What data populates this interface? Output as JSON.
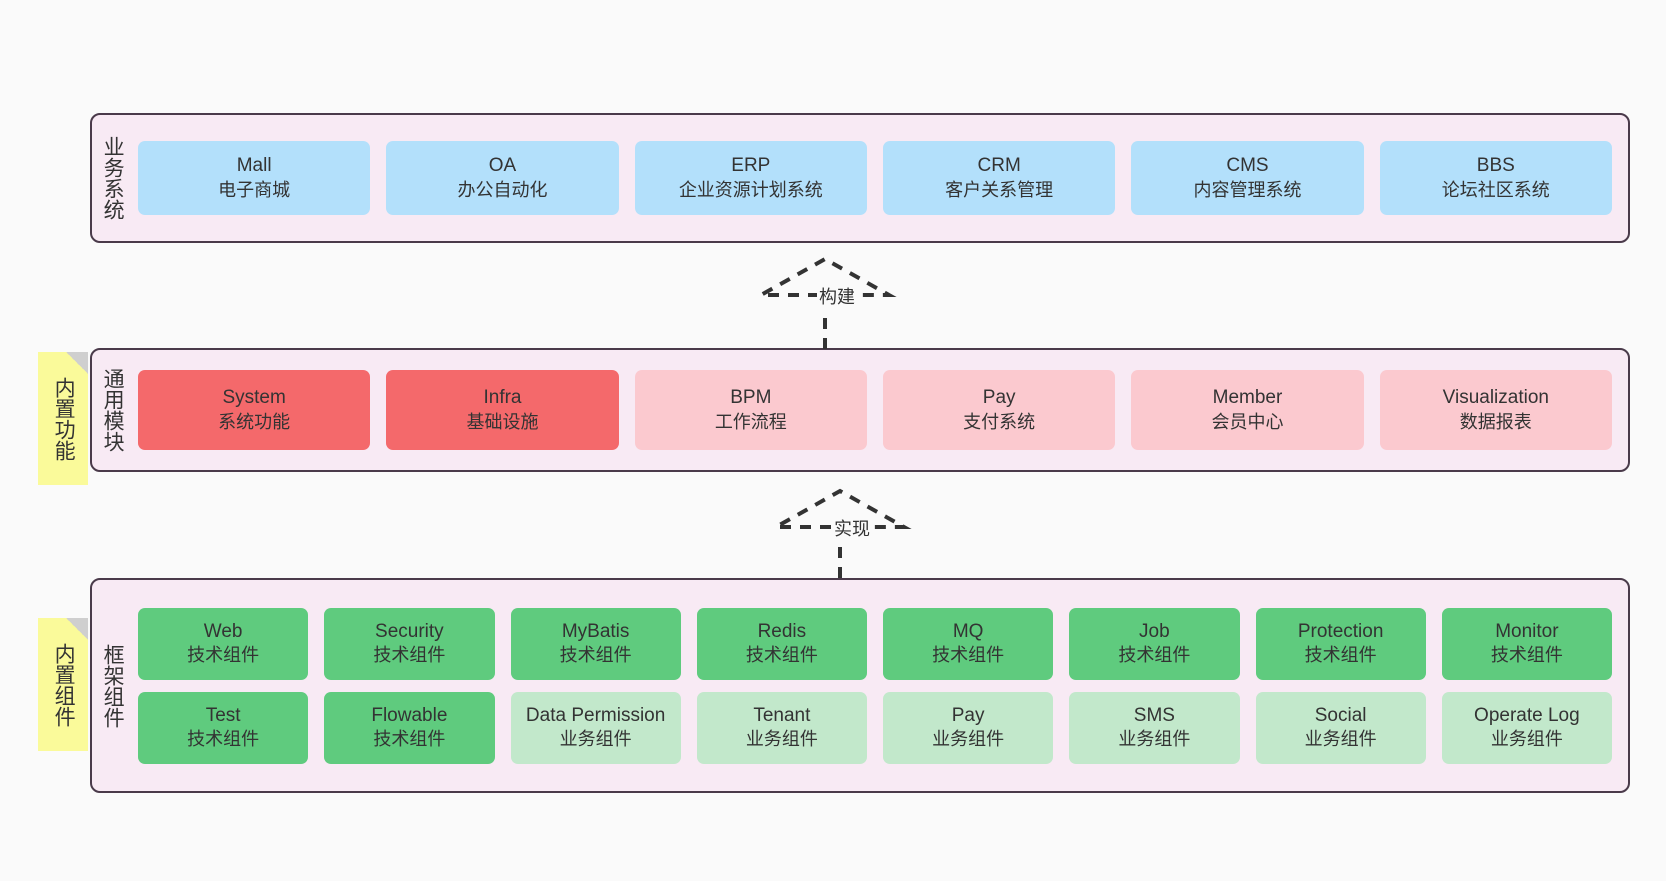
{
  "diagram": {
    "background": "#fafafa",
    "panel_fill": "#f8eaf4",
    "panel_border": "#4a3a4a",
    "note_fill": "#fafa9a",
    "colors": {
      "blue": "#b3e0fb",
      "red": "#f4696b",
      "pink": "#fbc9cf",
      "green": "#5fcb7e",
      "light_green": "#c2e8cb"
    }
  },
  "layers": {
    "business": {
      "title": "业务系统",
      "boxes": [
        {
          "title": "Mall",
          "sub": "电子商城",
          "color": "blue"
        },
        {
          "title": "OA",
          "sub": "办公自动化",
          "color": "blue"
        },
        {
          "title": "ERP",
          "sub": "企业资源计划系统",
          "color": "blue"
        },
        {
          "title": "CRM",
          "sub": "客户关系管理",
          "color": "blue"
        },
        {
          "title": "CMS",
          "sub": "内容管理系统",
          "color": "blue"
        },
        {
          "title": "BBS",
          "sub": "论坛社区系统",
          "color": "blue"
        }
      ]
    },
    "module": {
      "title": "通用模块",
      "note": "内置功能",
      "boxes": [
        {
          "title": "System",
          "sub": "系统功能",
          "color": "red"
        },
        {
          "title": "Infra",
          "sub": "基础设施",
          "color": "red"
        },
        {
          "title": "BPM",
          "sub": "工作流程",
          "color": "pink"
        },
        {
          "title": "Pay",
          "sub": "支付系统",
          "color": "pink"
        },
        {
          "title": "Member",
          "sub": "会员中心",
          "color": "pink"
        },
        {
          "title": "Visualization",
          "sub": "数据报表",
          "color": "pink"
        }
      ]
    },
    "framework": {
      "title": "框架组件",
      "note": "内置组件",
      "row1": [
        {
          "title": "Web",
          "sub": "技术组件",
          "color": "green"
        },
        {
          "title": "Security",
          "sub": "技术组件",
          "color": "green"
        },
        {
          "title": "MyBatis",
          "sub": "技术组件",
          "color": "green"
        },
        {
          "title": "Redis",
          "sub": "技术组件",
          "color": "green"
        },
        {
          "title": "MQ",
          "sub": "技术组件",
          "color": "green"
        },
        {
          "title": "Job",
          "sub": "技术组件",
          "color": "green"
        },
        {
          "title": "Protection",
          "sub": "技术组件",
          "color": "green"
        },
        {
          "title": "Monitor",
          "sub": "技术组件",
          "color": "green"
        }
      ],
      "row2": [
        {
          "title": "Test",
          "sub": "技术组件",
          "color": "green"
        },
        {
          "title": "Flowable",
          "sub": "技术组件",
          "color": "green"
        },
        {
          "title": "Data Permission",
          "sub": "业务组件",
          "color": "light_green"
        },
        {
          "title": "Tenant",
          "sub": "业务组件",
          "color": "light_green"
        },
        {
          "title": "Pay",
          "sub": "业务组件",
          "color": "light_green"
        },
        {
          "title": "SMS",
          "sub": "业务组件",
          "color": "light_green"
        },
        {
          "title": "Social",
          "sub": "业务组件",
          "color": "light_green"
        },
        {
          "title": "Operate Log",
          "sub": "业务组件",
          "color": "light_green"
        }
      ]
    }
  },
  "connectors": [
    {
      "label": "构建",
      "from": "module",
      "to": "business",
      "style": "dashed-generalization"
    },
    {
      "label": "实现",
      "from": "framework",
      "to": "module",
      "style": "dashed-generalization"
    }
  ]
}
